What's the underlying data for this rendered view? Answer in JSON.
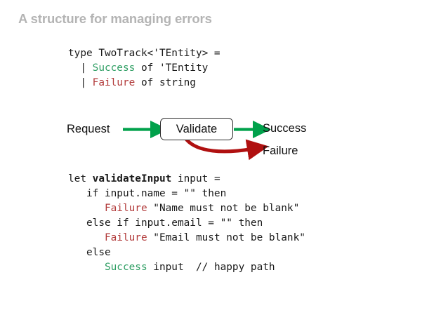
{
  "slide": {
    "title": "A structure for managing errors",
    "background_color": "#ffffff",
    "title_color": "#b4b4b4"
  },
  "colors": {
    "success_green": "#2e9e63",
    "failure_red": "#b23b3b",
    "arrow_green": "#00a14b",
    "arrow_red": "#b01010",
    "code_text": "#1a1a1a",
    "box_border": "#2b2b2b"
  },
  "code_type_definition": {
    "lines": [
      {
        "segments": [
          {
            "text": "type TwoTrack<'TEntity> =",
            "style": "plain"
          }
        ]
      },
      {
        "segments": [
          {
            "text": "  | ",
            "style": "plain"
          },
          {
            "text": "Success",
            "style": "success"
          },
          {
            "text": " of 'TEntity",
            "style": "plain"
          }
        ]
      },
      {
        "segments": [
          {
            "text": "  | ",
            "style": "plain"
          },
          {
            "text": "Failure",
            "style": "failure"
          },
          {
            "text": " of string",
            "style": "plain"
          }
        ]
      }
    ]
  },
  "diagram": {
    "request_label": "Request",
    "validate_label": "Validate",
    "success_label": "Success",
    "failure_label": "Failure",
    "arrows": [
      {
        "name": "request-to-validate",
        "color": "#00a14b",
        "kind": "straight"
      },
      {
        "name": "validate-to-success",
        "color": "#00a14b",
        "kind": "straight"
      },
      {
        "name": "validate-to-failure",
        "color": "#b01010",
        "kind": "curved"
      }
    ]
  },
  "code_validate_function": {
    "lines": [
      {
        "segments": [
          {
            "text": "let ",
            "style": "plain"
          },
          {
            "text": "validateInput",
            "style": "bold"
          },
          {
            "text": " input =",
            "style": "plain"
          }
        ]
      },
      {
        "segments": [
          {
            "text": "   if input.name = \"\" then",
            "style": "plain"
          }
        ]
      },
      {
        "segments": [
          {
            "text": "      ",
            "style": "plain"
          },
          {
            "text": "Failure",
            "style": "failure"
          },
          {
            "text": " \"Name must not be blank\"",
            "style": "plain"
          }
        ]
      },
      {
        "segments": [
          {
            "text": "   else if input.email = \"\" then",
            "style": "plain"
          }
        ]
      },
      {
        "segments": [
          {
            "text": "      ",
            "style": "plain"
          },
          {
            "text": "Failure",
            "style": "failure"
          },
          {
            "text": " \"Email must not be blank\"",
            "style": "plain"
          }
        ]
      },
      {
        "segments": [
          {
            "text": "   else",
            "style": "plain"
          }
        ]
      },
      {
        "segments": [
          {
            "text": "      ",
            "style": "plain"
          },
          {
            "text": "Success",
            "style": "success"
          },
          {
            "text": " input  // happy path",
            "style": "plain"
          }
        ]
      }
    ]
  }
}
